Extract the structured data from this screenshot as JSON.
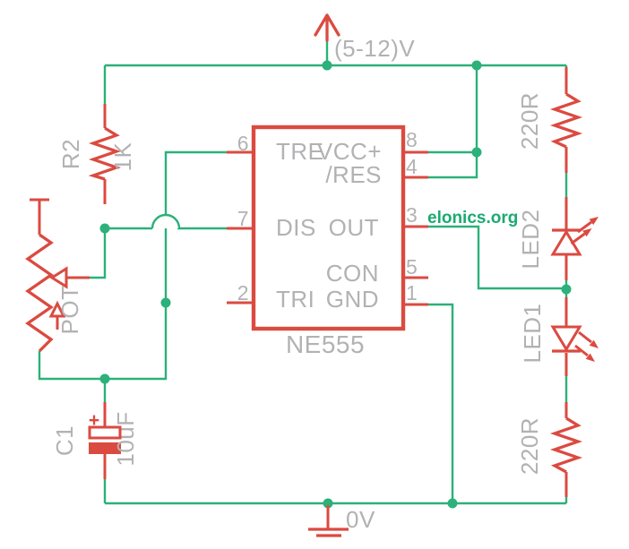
{
  "type": "circuit-schematic",
  "colors": {
    "wire_green": "#2BB179",
    "component_red": "#DB4A40",
    "label_gray": "#B2B2B4",
    "watermark_green": "#1BAA72",
    "background": "#FFFFFF"
  },
  "power": {
    "supply_label": "(5-12)V",
    "ground_label": "0V"
  },
  "watermark": {
    "text": "elonics.org"
  },
  "ic": {
    "name": "NE555",
    "left_pins": [
      {
        "number": "6",
        "label": "TRE"
      },
      {
        "number": "7",
        "label": "DIS"
      },
      {
        "number": "2",
        "label": "TRI"
      }
    ],
    "right_pins": [
      {
        "number": "8",
        "label": "VCC+"
      },
      {
        "number": "4",
        "label": "/RES"
      },
      {
        "number": "3",
        "label": "OUT"
      },
      {
        "number": "5",
        "label": "CON"
      },
      {
        "number": "1",
        "label": "GND"
      }
    ]
  },
  "components": {
    "r2": {
      "ref": "R2",
      "value": "1K",
      "kind": "resistor"
    },
    "pot": {
      "ref": "POT",
      "kind": "potentiometer"
    },
    "c1": {
      "ref": "C1",
      "value": "10uF",
      "polarity_mark": "+",
      "kind": "electrolytic-capacitor"
    },
    "r_top": {
      "value": "220R",
      "kind": "resistor"
    },
    "r_bottom": {
      "value": "220R",
      "kind": "resistor"
    },
    "led2": {
      "ref": "LED2",
      "kind": "led"
    },
    "led1": {
      "ref": "LED1",
      "kind": "led"
    }
  }
}
